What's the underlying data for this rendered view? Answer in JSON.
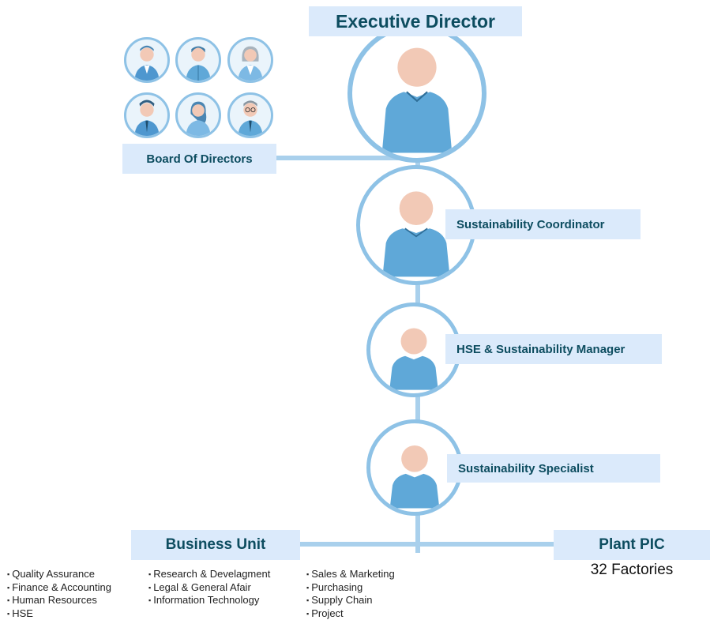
{
  "roles": {
    "executive_director": "Executive Director",
    "board_of_directors": "Board Of Directors",
    "sustainability_coordinator": "Sustainability Coordinator",
    "hse_sustainability_manager": "HSE & Sustainability Manager",
    "sustainability_specialist": "Sustainability Specialist",
    "business_unit": "Business Unit",
    "plant_pic": "Plant PIC",
    "plant_count": "32 Factories"
  },
  "departments": {
    "col1": [
      "Quality Assurance",
      "Finance & Accounting",
      "Human Resources",
      "HSE"
    ],
    "col2": [
      "Research & Develagment",
      "Legal & General Afair",
      "Information Technology"
    ],
    "col3": [
      "Sales & Marketing",
      "Purchasing",
      "Supply Chain",
      "Project"
    ]
  },
  "icons": {
    "person": "person-silhouette-icon",
    "board_avatar": "board-member-avatar-icon"
  },
  "colors": {
    "label_bg": "#dbeafb",
    "label_text": "#0d4d60",
    "connector": "#a9d0ec",
    "circle_border": "#8ec2e6",
    "body": "#5fa8d8",
    "skin": "#f2c9b6"
  }
}
